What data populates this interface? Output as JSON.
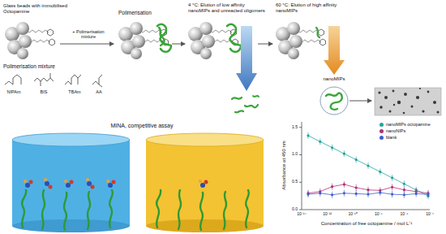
{
  "diagram": {
    "labels": [
      "Glass beads with immobilised Octopamine",
      "+ Polimerisation mixture",
      "Polimerisation",
      "4 °C: Elution of low affinity nanoMIPs and unreacted oligomers",
      "60 °C: Elution of high affinity nanoMIPs",
      "nanoMIPs",
      "Polimerisation mixture",
      "NIPAm",
      "BIS",
      "TBAm",
      "AA",
      "MINA, competitive assay",
      "Absorbance at 450 nm",
      "0.0",
      "0.5",
      "1.0",
      "1.5",
      "10⁻¹⁴",
      "10⁻¹²",
      "10⁻¹⁰",
      "10⁻⁸",
      "10⁻⁶",
      "10⁻⁴",
      "Concentration of free octopamine / mol·L⁻¹"
    ],
    "legend": [
      {
        "text": "nanoMIPs octopamine",
        "color": "#1fa5a0"
      },
      {
        "text": "nanoNIPs",
        "color": "#b0307a"
      },
      {
        "text": "blank",
        "color": "#3a5fcd"
      }
    ]
  }
}
